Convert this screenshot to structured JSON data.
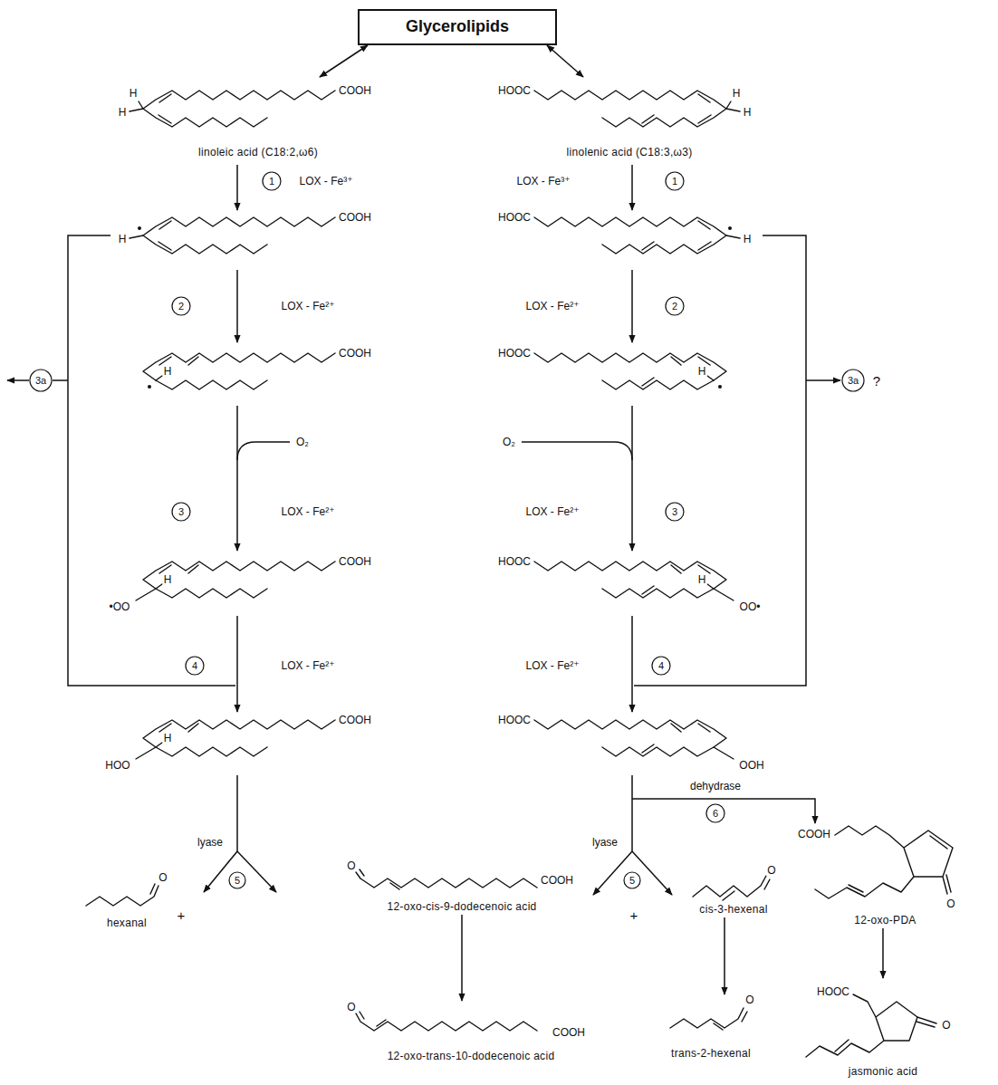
{
  "diagram": {
    "nodes": [
      {
        "text": [
          "Glycerolipids"
        ]
      },
      {
        "text": [
          "linoleic acid (C18:2,ω6)"
        ]
      },
      {
        "text": [
          "linolenic acid (C18:3,ω3)"
        ]
      },
      {
        "text": [
          "hexanal"
        ]
      },
      {
        "text": [
          "12-oxo-cis-9-dodecenoic acid"
        ]
      },
      {
        "text": [
          "cis-3-hexenal"
        ]
      },
      {
        "text": [
          "12-oxo-PDA"
        ]
      },
      {
        "text": [
          "12-oxo-trans-10-dodecenoic acid"
        ]
      },
      {
        "text": [
          "trans-2-hexenal"
        ]
      },
      {
        "text": [
          "jasmonic acid"
        ]
      }
    ],
    "edges": [
      {
        "from": 0,
        "to": 1,
        "arrow": "both"
      },
      {
        "from": 0,
        "to": 2,
        "arrow": "both"
      },
      {
        "from": 4,
        "to": 7,
        "arrow": "to"
      },
      {
        "from": 5,
        "to": 8,
        "arrow": "to"
      },
      {
        "from": 6,
        "to": 9,
        "arrow": "to"
      }
    ],
    "labels": [
      "H",
      "H",
      "COOH",
      "HOOC",
      "H",
      "H",
      "1",
      "LOX - Fe³⁺",
      "LOX - Fe³⁺",
      "1",
      "COOH",
      "H",
      "HOOC",
      "H",
      "2",
      "LOX - Fe²⁺",
      "LOX - Fe²⁺",
      "2",
      "COOH",
      "H",
      "HOOC",
      "H",
      "3a",
      "3a",
      "?",
      "O₂",
      "O₂",
      "3",
      "LOX - Fe²⁺",
      "LOX - Fe²⁺",
      "3",
      "COOH",
      "H",
      "•OO",
      "HOOC",
      "H",
      "OO•",
      "4",
      "LOX - Fe²⁺",
      "LOX - Fe²⁺",
      "4",
      "COOH",
      "H",
      "HOO",
      "HOOC",
      "OOH",
      "dehydrase",
      "6",
      "lyase",
      "5",
      "lyase",
      "5",
      "O",
      "+",
      "O",
      "COOH",
      "+",
      "O",
      "COOH",
      "O",
      "O",
      "COOH",
      "O",
      "HOOC",
      "O"
    ]
  }
}
